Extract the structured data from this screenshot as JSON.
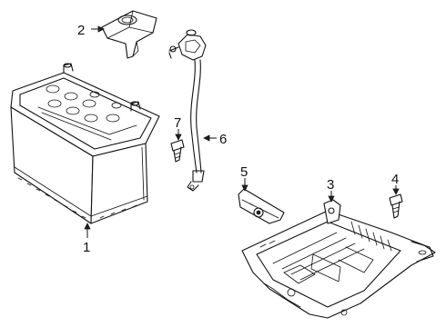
{
  "callouts": {
    "battery": "1",
    "terminal_cover": "2",
    "tray_stud": "3",
    "bolt": "4",
    "hold_down_clamp": "5",
    "cable": "6",
    "screw": "7"
  }
}
